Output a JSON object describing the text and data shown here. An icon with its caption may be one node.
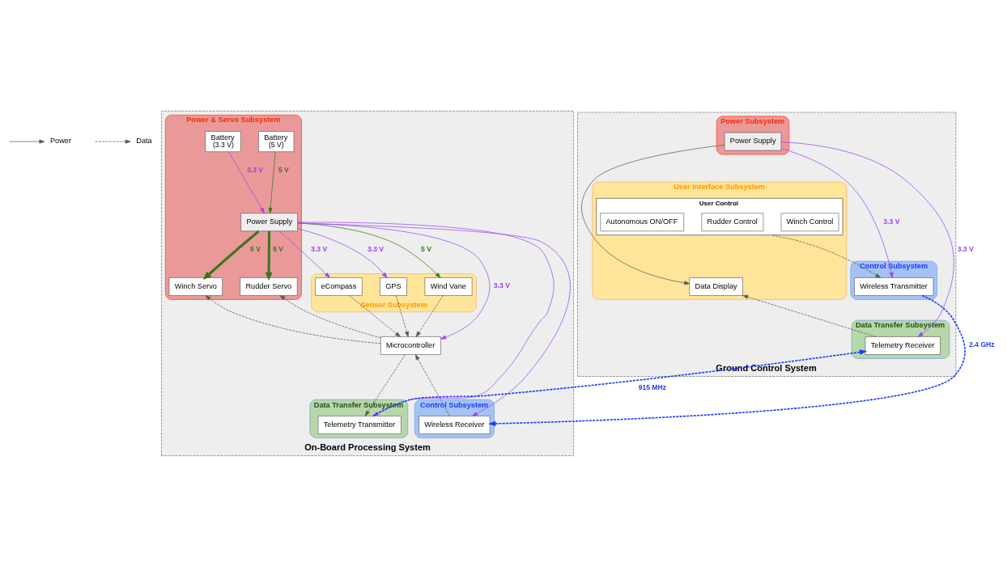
{
  "diagram": {
    "nodes": [
      {
        "text": [
          "On-Board Processing System"
        ]
      },
      {
        "text": [
          "Power & Servo Subsystem"
        ],
        "in": 0
      },
      {
        "text": [
          "Battery",
          "(5 V)"
        ],
        "in": 1
      },
      {
        "text": [
          "Battery",
          "(3.3 V)"
        ],
        "in": 1
      },
      {
        "text": [
          "Power Supply"
        ],
        "in": 1
      },
      {
        "text": [
          "Winch Servo"
        ],
        "in": 1
      },
      {
        "text": [
          "Rudder Servo"
        ],
        "in": 1
      },
      {
        "text": [
          "Sensor Subsystem"
        ],
        "in": 0
      },
      {
        "text": [
          "eCompass"
        ],
        "in": 7
      },
      {
        "text": [
          "GPS"
        ],
        "in": 7
      },
      {
        "text": [
          "Wind Vane"
        ],
        "in": 7
      },
      {
        "text": [
          "Microcontroller"
        ],
        "in": 0
      },
      {
        "text": [
          "Data Transfer Subsystem"
        ],
        "in": 0
      },
      {
        "text": [
          "Telemetry Transmitter"
        ],
        "in": 12
      },
      {
        "text": [
          "Control Subsystem"
        ],
        "in": 0
      },
      {
        "text": [
          "Wireless Receiver"
        ],
        "in": 14
      },
      {
        "text": [
          "Ground Control System"
        ]
      },
      {
        "text": [
          "Power Subsystem"
        ],
        "in": 16
      },
      {
        "text": [
          "Power Supply"
        ],
        "in": 17
      },
      {
        "text": [
          "User Interface Subsystem"
        ],
        "in": 16
      },
      {
        "text": [
          "User Control"
        ],
        "in": 19
      },
      {
        "text": [
          "Rudder Control"
        ],
        "in": 20
      },
      {
        "text": [
          "Winch Control"
        ],
        "in": 20
      },
      {
        "text": [
          "Autonomous ON/OFF"
        ],
        "in": 20
      },
      {
        "text": [
          "Data Display"
        ],
        "in": 19
      },
      {
        "text": [
          "Control Subsystem"
        ],
        "in": 16
      },
      {
        "text": [
          "Wireless Transmitter"
        ],
        "in": 25
      },
      {
        "text": [
          "Data Transfer Subsystem"
        ],
        "in": 16
      },
      {
        "text": [
          "Telemetry Receiver"
        ],
        "in": 27
      }
    ],
    "edges": [
      {
        "from": 2,
        "to": 4,
        "arrow": "to",
        "label": "5 V",
        "color": "#38761d"
      },
      {
        "from": 3,
        "to": 4,
        "arrow": "to",
        "label": "3.3 V",
        "color": "#9b42f5"
      },
      {
        "from": 4,
        "to": 5,
        "arrow": "to",
        "label": "5 V",
        "style": "thick",
        "color": "#38761d"
      },
      {
        "from": 4,
        "to": 6,
        "arrow": "to",
        "label": "5 V",
        "style": "thick",
        "color": "#38761d"
      },
      {
        "from": 4,
        "to": 15,
        "arrow": "to",
        "color": "#9b42f5"
      },
      {
        "from": 4,
        "to": 13,
        "arrow": "to",
        "color": "#9b42f5"
      },
      {
        "from": 4,
        "to": 8,
        "arrow": "to",
        "label": "3.3 V",
        "color": "#9b42f5"
      },
      {
        "from": 4,
        "to": 9,
        "arrow": "to",
        "label": "3.3 V",
        "color": "#9b42f5"
      },
      {
        "from": 4,
        "to": 10,
        "arrow": "to",
        "label": "5 V",
        "color": "#38761d"
      },
      {
        "from": 4,
        "to": 11,
        "arrow": "to",
        "label": "3.3 V",
        "color": "#9b42f5"
      },
      {
        "from": 8,
        "to": 11,
        "arrow": "to",
        "style": "dashed"
      },
      {
        "from": 9,
        "to": 11,
        "arrow": "to",
        "style": "dashed"
      },
      {
        "from": 10,
        "to": 11,
        "arrow": "to",
        "style": "dashed"
      },
      {
        "from": 11,
        "to": 5,
        "arrow": "to",
        "style": "dashed"
      },
      {
        "from": 11,
        "to": 6,
        "arrow": "to",
        "style": "dashed"
      },
      {
        "from": 11,
        "to": 13,
        "arrow": "to",
        "style": "dashed"
      },
      {
        "from": 15,
        "to": 11,
        "arrow": "to",
        "style": "dashed"
      },
      {
        "from": 26,
        "to": 15,
        "arrow": "to",
        "label": "2.4 GHz",
        "style": "dashed",
        "color": "#1a3cff"
      },
      {
        "from": 13,
        "to": 28,
        "arrow": "to",
        "label": "915 MHz",
        "style": "dashed",
        "color": "#1a3cff"
      },
      {
        "from": 18,
        "to": 26,
        "arrow": "to",
        "label": "3.3 V",
        "color": "#9b42f5"
      },
      {
        "from": 18,
        "to": 28,
        "arrow": "to",
        "label": "3.3 V",
        "color": "#9b42f5"
      },
      {
        "from": 18,
        "to": 24,
        "arrow": "to"
      },
      {
        "from": 20,
        "to": 26,
        "arrow": "to",
        "style": "dashed"
      },
      {
        "from": 28,
        "to": 24,
        "arrow": "to",
        "style": "dashed"
      }
    ],
    "legend": [
      {
        "text": "Power"
      },
      {
        "text": "Data"
      }
    ]
  }
}
